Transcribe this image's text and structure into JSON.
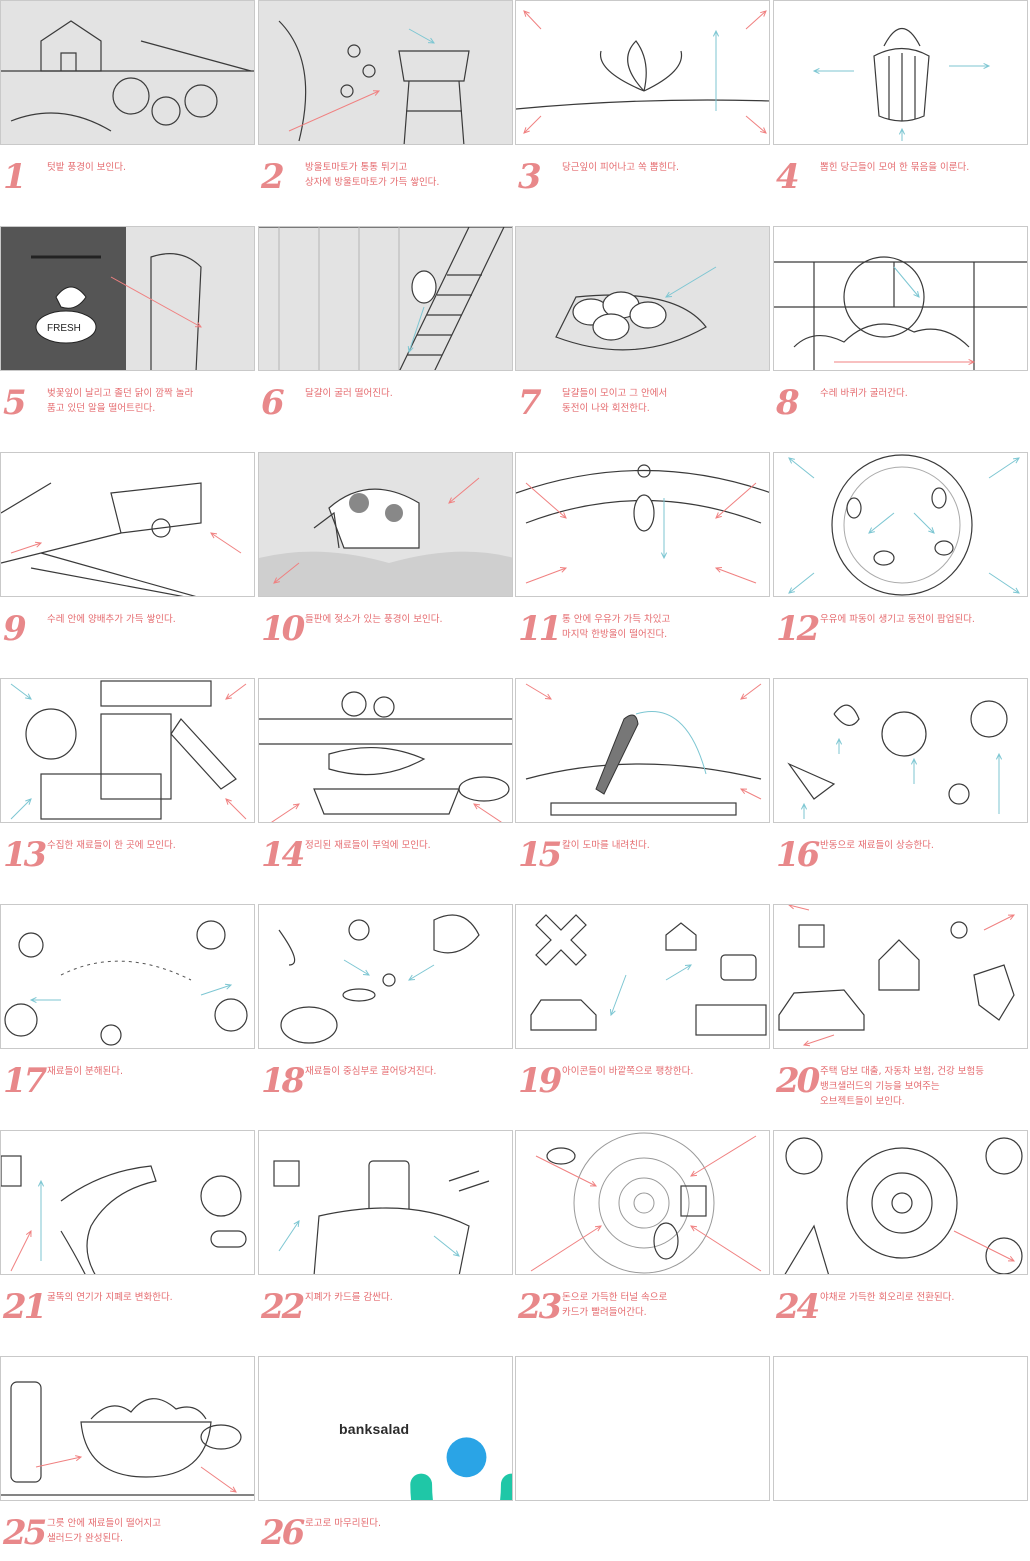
{
  "brand": {
    "logo_text": "banksalad",
    "logo_colors": [
      "#1fc7a7",
      "#2aa4e6"
    ]
  },
  "colors": {
    "caption": "#e56b6f",
    "number": "#e8888a",
    "arrow_red": "#f08080",
    "arrow_teal": "#7cc6d2"
  },
  "frames": [
    {
      "number": "1",
      "caption": "텃밭 풍경이 보인다.",
      "tone": "gray",
      "sketch": "garden"
    },
    {
      "number": "2",
      "caption": "방울토마토가 통통 튀기고\n상자에 방울토마토가 가득 쌓인다.",
      "tone": "gray",
      "sketch": "tomato"
    },
    {
      "number": "3",
      "caption": "당근잎이 피어나고 쏙 뽑힌다.",
      "tone": "white",
      "sketch": "leaf"
    },
    {
      "number": "4",
      "caption": "뽑힌 당근들이 모여 한 묶음을 이룬다.",
      "tone": "white",
      "sketch": "carrots"
    },
    {
      "number": "5",
      "caption": "벚꽃잎이 날리고 졸던 닭이 깜짝 놀라\n품고 있던 알을 떨어트린다.",
      "tone": "gray",
      "sketch": "chicken"
    },
    {
      "number": "6",
      "caption": "달걀이 굴러 떨어진다.",
      "tone": "gray",
      "sketch": "ladder"
    },
    {
      "number": "7",
      "caption": "달걀들이 모이고 그 안에서\n동전이 나와 회전한다.",
      "tone": "gray",
      "sketch": "nest"
    },
    {
      "number": "8",
      "caption": "수레 바퀴가 굴러간다.",
      "tone": "white",
      "sketch": "wheel"
    },
    {
      "number": "9",
      "caption": "수레 안에 양배추가 가득 쌓인다.",
      "tone": "white",
      "sketch": "cart"
    },
    {
      "number": "10",
      "caption": "들판에 젖소가 있는 풍경이 보인다.",
      "tone": "gray",
      "sketch": "cow"
    },
    {
      "number": "11",
      "caption": "통 안에 우유가 가득 차있고\n마지막 한방울이 떨어진다.",
      "tone": "white",
      "sketch": "milkcan"
    },
    {
      "number": "12",
      "caption": "우유에 파동이 생기고 동전이 팝업된다.",
      "tone": "white",
      "sketch": "ripple"
    },
    {
      "number": "13",
      "caption": "수집한 재료들이 한 곳에 모인다.",
      "tone": "white",
      "sketch": "ingredients"
    },
    {
      "number": "14",
      "caption": "정리된 재료들이 부엌에 모인다.",
      "tone": "white",
      "sketch": "kitchen"
    },
    {
      "number": "15",
      "caption": "칼이 도마를 내려친다.",
      "tone": "white",
      "sketch": "knife"
    },
    {
      "number": "16",
      "caption": "반동으로 재료들이 상승한다.",
      "tone": "white",
      "sketch": "rise"
    },
    {
      "number": "17",
      "caption": "재료들이 분해된다.",
      "tone": "white",
      "sketch": "scatter"
    },
    {
      "number": "18",
      "caption": "재료들이 중심부로 끌어당겨진다.",
      "tone": "white",
      "sketch": "pull"
    },
    {
      "number": "19",
      "caption": "아이콘들이 바깥쪽으로 팽창한다.",
      "tone": "white",
      "sketch": "icons"
    },
    {
      "number": "20",
      "caption": "주택 담보 대출, 자동차 보험, 건강 보험등\n뱅크샐러드의 기능을 보여주는\n오브젝트들이 보인다.",
      "tone": "white",
      "sketch": "objects"
    },
    {
      "number": "21",
      "caption": "굴뚝의 연기가 지폐로 변화한다.",
      "tone": "white",
      "sketch": "smoke"
    },
    {
      "number": "22",
      "caption": "지폐가 카드를 감싼다.",
      "tone": "white",
      "sketch": "card"
    },
    {
      "number": "23",
      "caption": "돈으로 가득한 터널 속으로\n카드가 빨려들어간다.",
      "tone": "white",
      "sketch": "tunnel"
    },
    {
      "number": "24",
      "caption": "야채로 가득한 회오리로 전환된다.",
      "tone": "white",
      "sketch": "swirl"
    },
    {
      "number": "25",
      "caption": "그릇 안에 재료들이 떨어지고\n샐러드가 완성된다.",
      "tone": "white",
      "sketch": "salad"
    },
    {
      "number": "26",
      "caption": "로고로 마무리된다.",
      "tone": "white",
      "sketch": "logo"
    },
    {
      "number": "",
      "caption": "",
      "tone": "white",
      "sketch": "empty"
    },
    {
      "number": "",
      "caption": "",
      "tone": "white",
      "sketch": "empty"
    }
  ]
}
